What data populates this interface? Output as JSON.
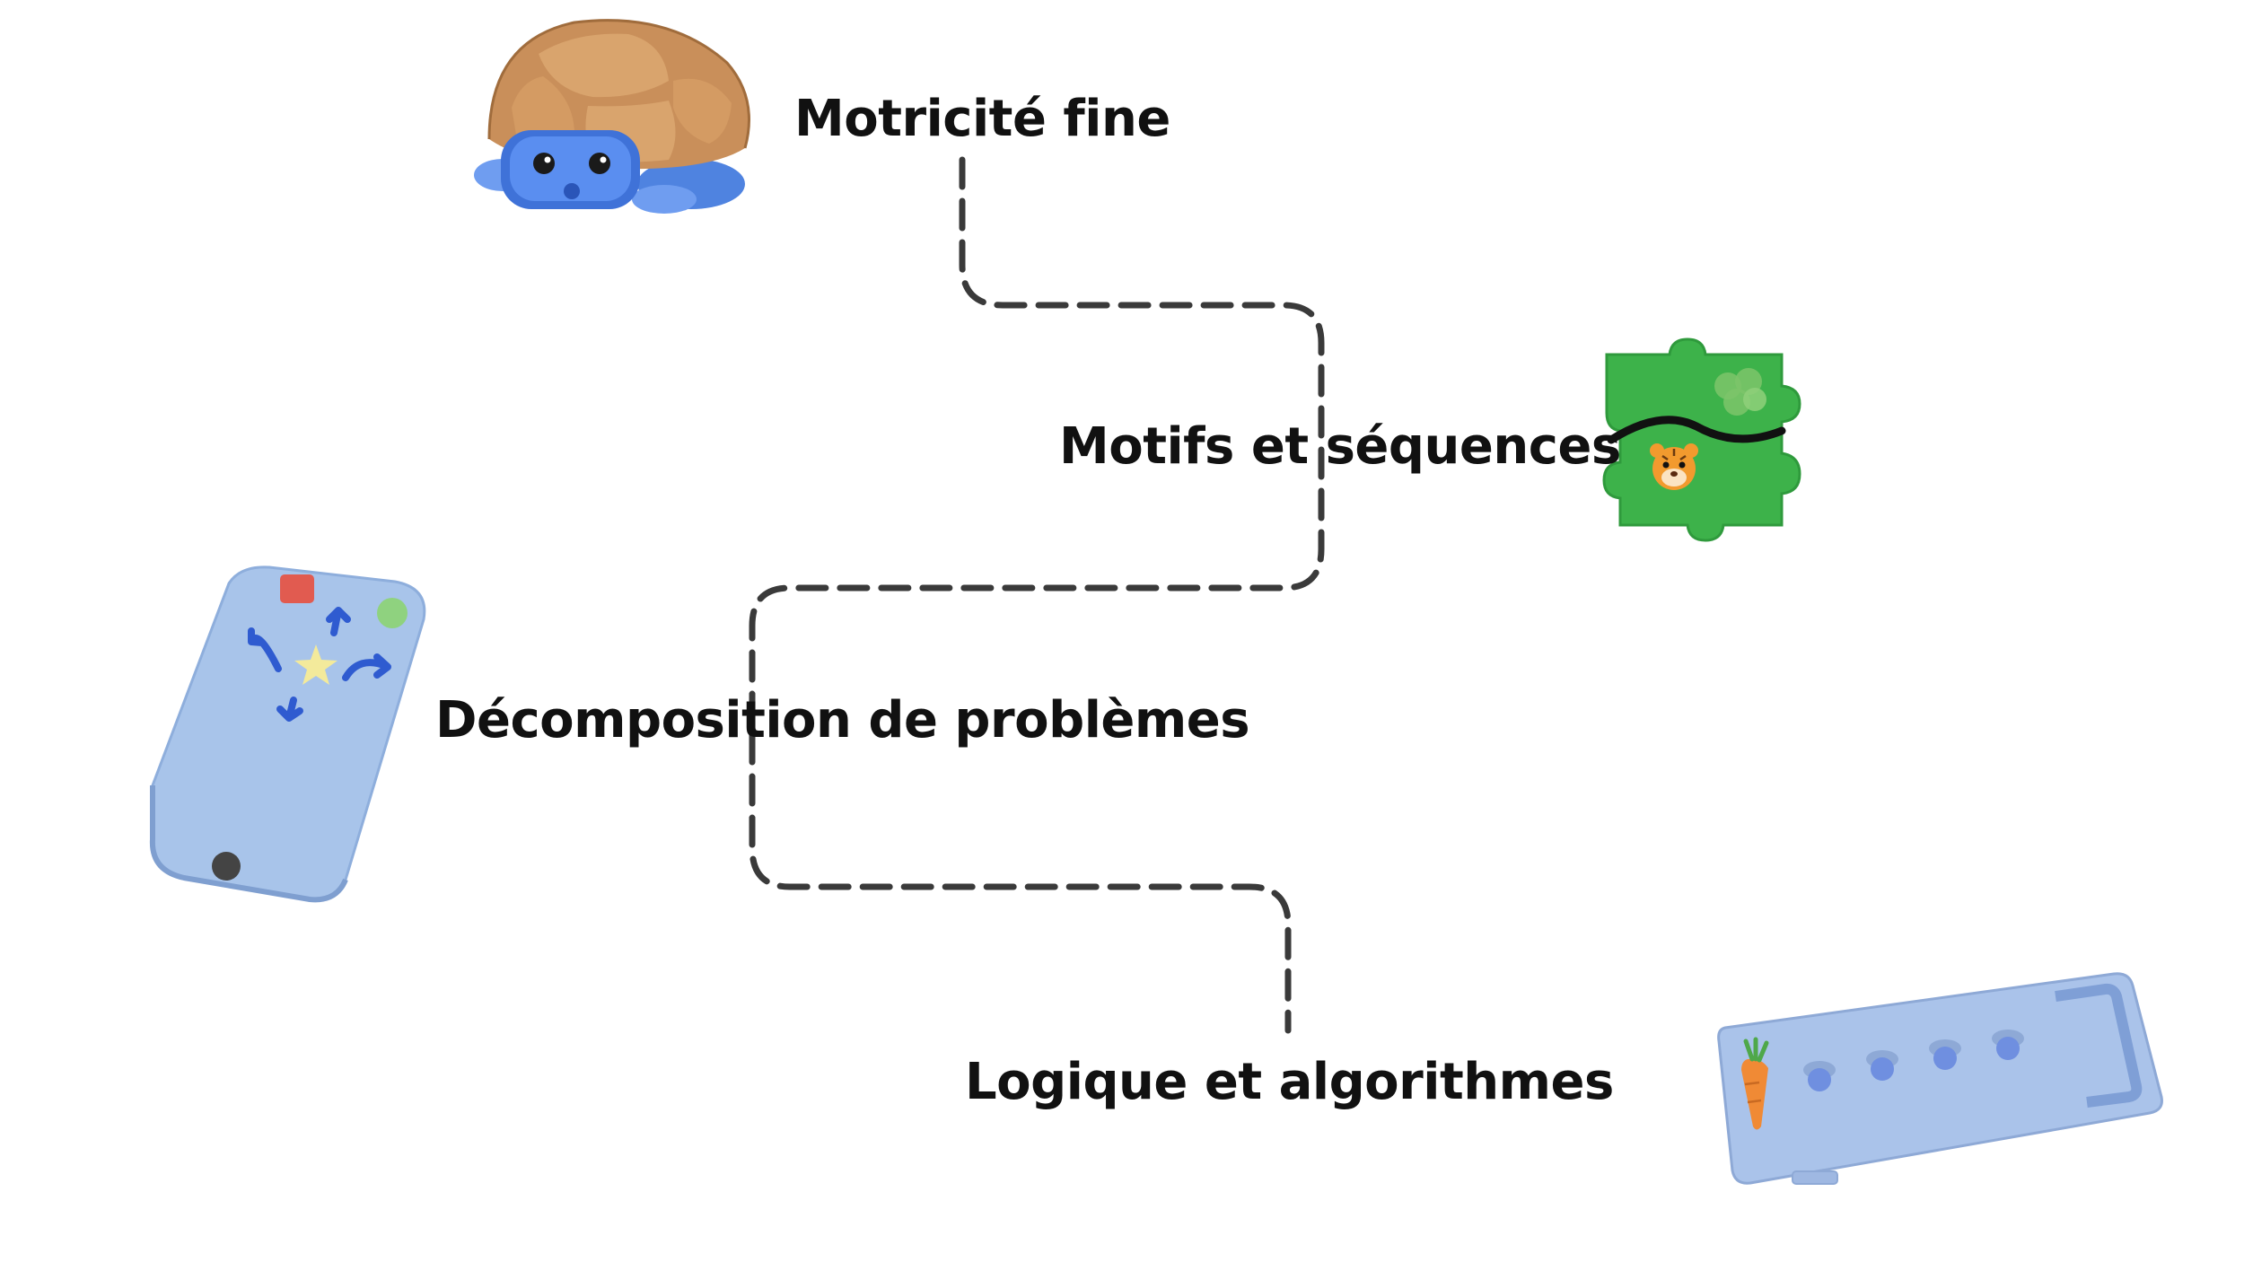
{
  "steps": [
    {
      "label": "Motricité fine"
    },
    {
      "label": "Motifs et séquences"
    },
    {
      "label": "Décomposition de problèmes"
    },
    {
      "label": "Logique et algorithmes"
    }
  ],
  "icons": [
    "turtle-robot-icon",
    "puzzle-tile-icon",
    "remote-control-icon",
    "algorithm-board-icon"
  ],
  "colors": {
    "path": "#3a3a3a",
    "text": "#111111",
    "robot_blue": "#5b8fe8",
    "shell_wood": "#c8915c",
    "tile_green": "#3db24a",
    "device_blue": "#a8c4ea"
  }
}
